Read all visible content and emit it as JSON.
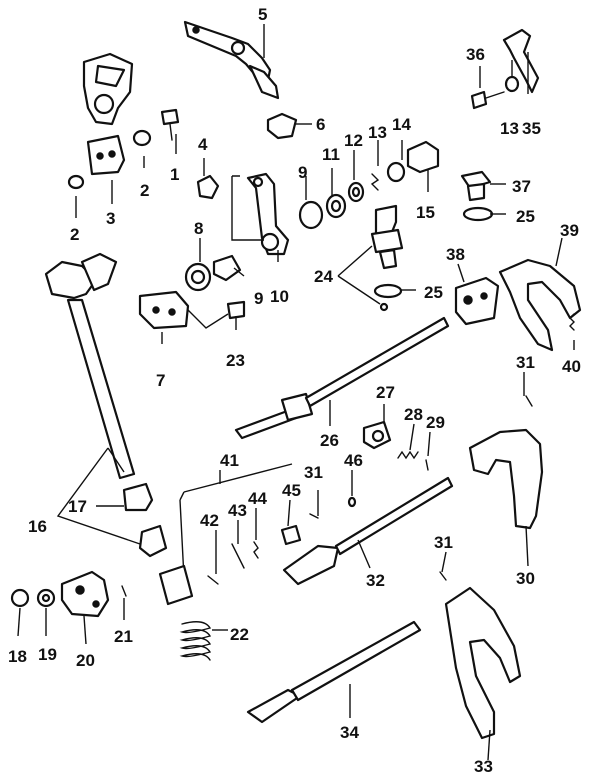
{
  "callouts": [
    "1",
    "2",
    "2",
    "3",
    "4",
    "5",
    "6",
    "7",
    "8",
    "9",
    "9",
    "10",
    "11",
    "12",
    "13",
    "13",
    "14",
    "15",
    "16",
    "17",
    "18",
    "19",
    "20",
    "21",
    "22",
    "23",
    "24",
    "25",
    "25",
    "26",
    "27",
    "28",
    "29",
    "30",
    "31",
    "31",
    "31",
    "32",
    "33",
    "34",
    "35",
    "36",
    "37",
    "38",
    "39",
    "40",
    "41",
    "42",
    "43",
    "44",
    "45",
    "46"
  ]
}
